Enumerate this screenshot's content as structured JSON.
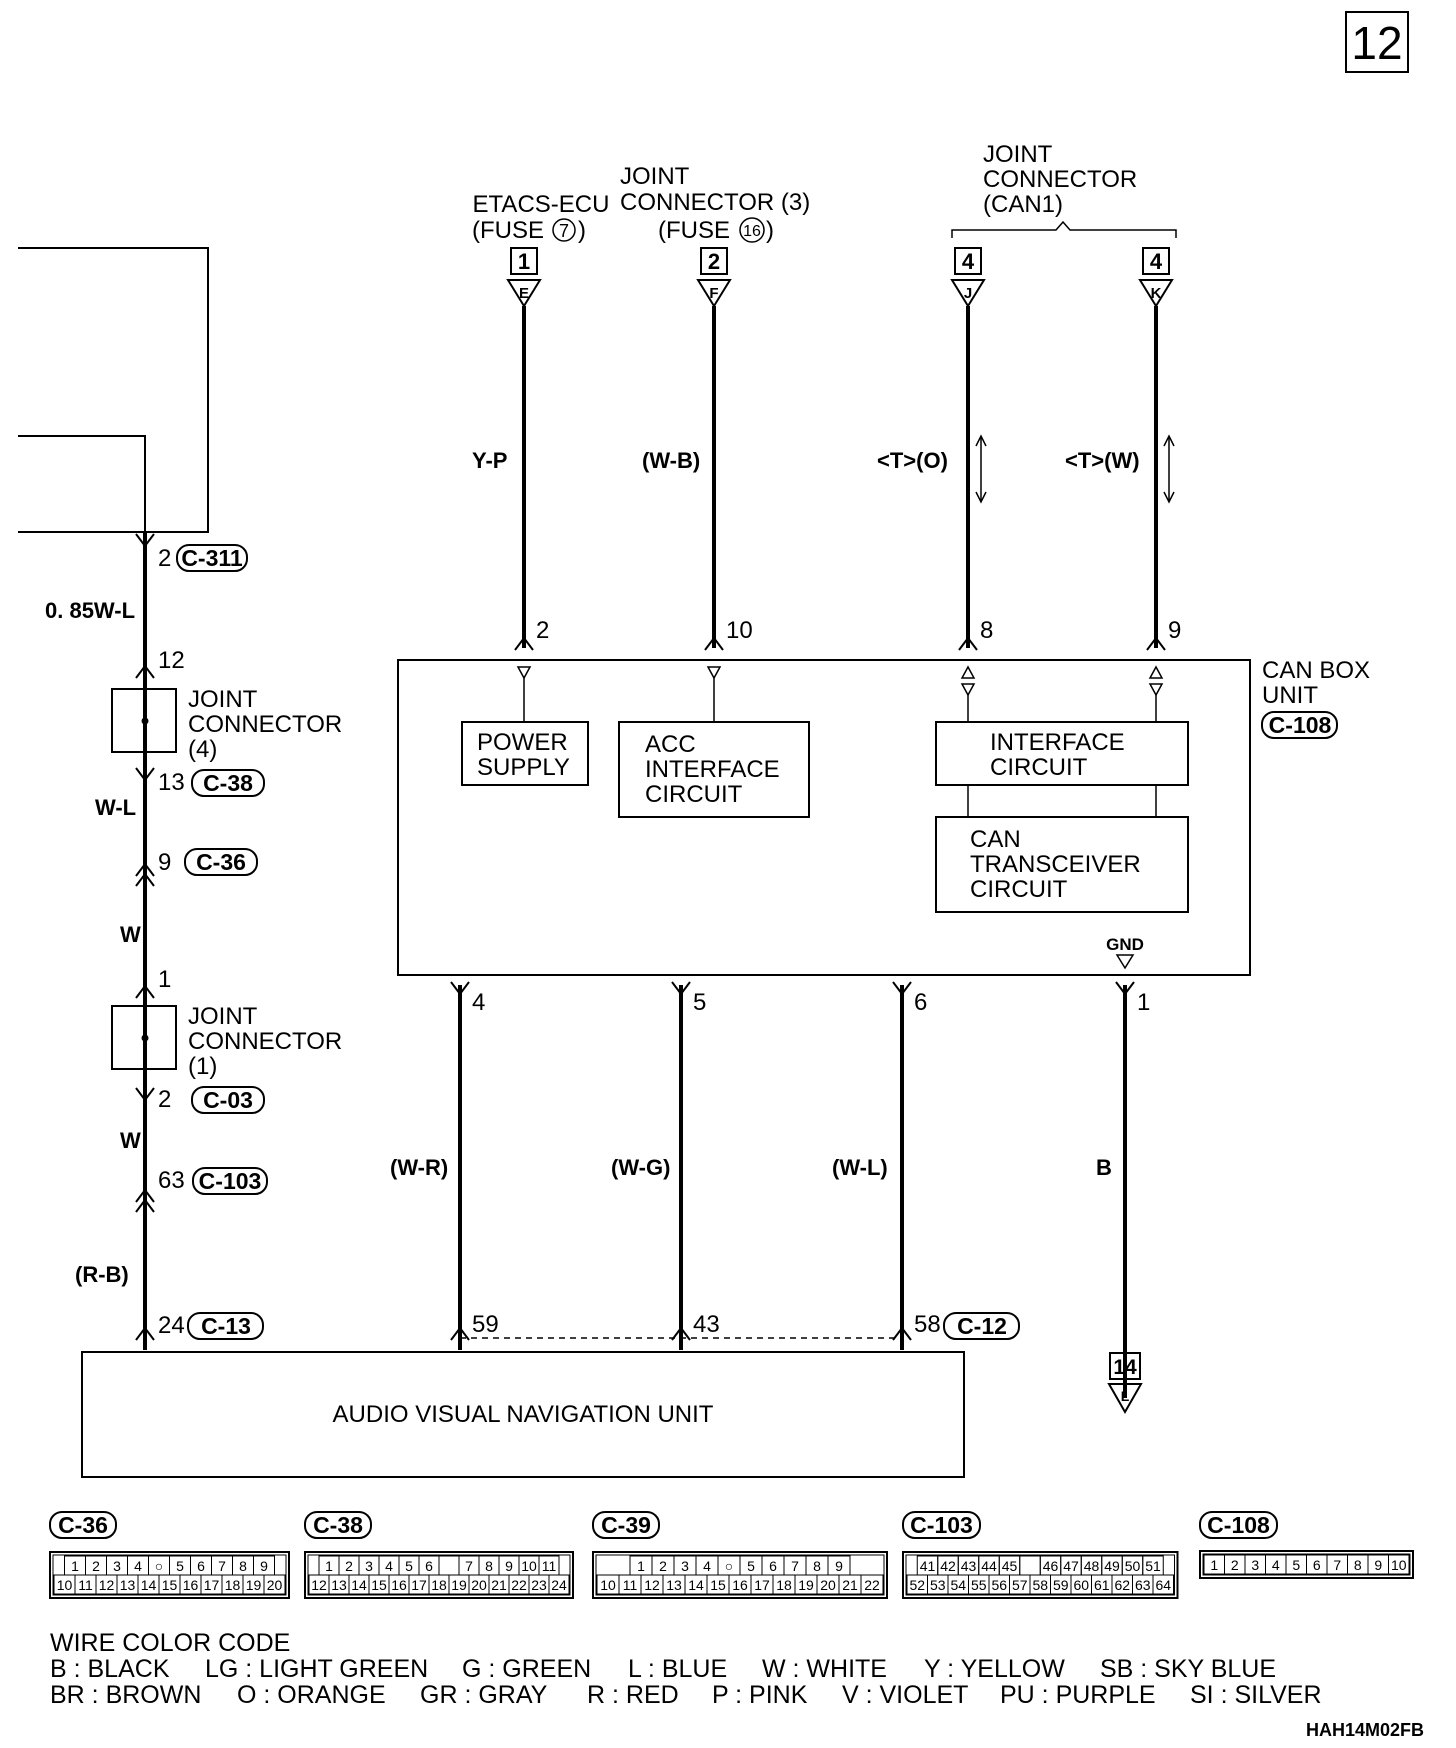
{
  "page_number": "12",
  "doc_code": "HAH14M02FB",
  "sources": {
    "etacs": {
      "l1": "ETACS-ECU",
      "l2": "(FUSE",
      "fuse_no": "7",
      "l2_end": ")",
      "ref": "1",
      "connector": "E"
    },
    "jc3": {
      "l1": "JOINT",
      "l2": "CONNECTOR (3)",
      "l3": "(FUSE",
      "fuse_no": "16",
      "l3_end": ")",
      "ref": "2",
      "connector": "F"
    },
    "jcan": {
      "l1": "JOINT",
      "l2": "CONNECTOR",
      "l3": "(CAN1)",
      "ref_j": "4",
      "ref_k": "4",
      "conn_j": "J",
      "conn_k": "K"
    }
  },
  "wires": {
    "y_p": "Y-P",
    "w_b": "(W-B)",
    "t_o": "<T>(O)",
    "t_w": "<T>(W)",
    "w_085wl": "0. 85W-L",
    "w_l": "W-L",
    "w1": "W",
    "w2": "W",
    "r_b": "(R-B)",
    "w_r": "(W-R)",
    "w_g": "(W-G)",
    "w_l2": "(W-L)",
    "b": "B"
  },
  "pins": {
    "p2": "2",
    "p10": "10",
    "p8": "8",
    "p9": "9",
    "p4": "4",
    "p5": "5",
    "p6": "6",
    "p1": "1",
    "left_2": "2",
    "left_12": "12",
    "left_13": "13",
    "left_9": "9",
    "left_1": "1",
    "left_2b": "2",
    "left_63": "63",
    "left_24": "24",
    "b59": "59",
    "b43": "43",
    "b58": "58"
  },
  "connectors": {
    "c311": "C-311",
    "c38": "C-38",
    "c36": "C-36",
    "c03": "C-03",
    "c103": "C-103",
    "c13": "C-13",
    "c12": "C-12",
    "c108": "C-108"
  },
  "joint4": {
    "l1": "JOINT",
    "l2": "CONNECTOR",
    "l3": "(4)"
  },
  "joint1": {
    "l1": "JOINT",
    "l2": "CONNECTOR",
    "l3": "(1)"
  },
  "can_box": {
    "l1": "CAN BOX",
    "l2": "UNIT",
    "conn": "C-108"
  },
  "blocks": {
    "power": {
      "l1": "POWER",
      "l2": "SUPPLY"
    },
    "acc": {
      "l1": "ACC",
      "l2": "INTERFACE",
      "l3": "CIRCUIT"
    },
    "iface": {
      "l1": "INTERFACE",
      "l2": "CIRCUIT"
    },
    "can_tr": {
      "l1": "CAN",
      "l2": "TRANSCEIVER",
      "l3": "CIRCUIT"
    },
    "gnd": "GND"
  },
  "ground_ref": "14",
  "ground_conn": "L",
  "av_unit": "AUDIO VISUAL NAVIGATION UNIT",
  "connector_views": [
    {
      "name": "C-36",
      "row1": [
        "1",
        "2",
        "3",
        "4",
        "○",
        "5",
        "6",
        "7",
        "8",
        "9"
      ],
      "row2": [
        "10",
        "11",
        "12",
        "13",
        "14",
        "15",
        "16",
        "17",
        "18",
        "19",
        "20"
      ]
    },
    {
      "name": "C-38",
      "row1": [
        "1",
        "2",
        "3",
        "4",
        "5",
        "6",
        "",
        "7",
        "8",
        "9",
        "10",
        "11"
      ],
      "row2": [
        "12",
        "13",
        "14",
        "15",
        "16",
        "17",
        "18",
        "19",
        "20",
        "21",
        "22",
        "23",
        "24"
      ]
    },
    {
      "name": "C-39",
      "row1": [
        "1",
        "2",
        "3",
        "4",
        "○",
        "5",
        "6",
        "7",
        "8",
        "9"
      ],
      "row2": [
        "10",
        "11",
        "12",
        "13",
        "14",
        "15",
        "16",
        "17",
        "18",
        "19",
        "20",
        "21",
        "22"
      ]
    },
    {
      "name": "C-103",
      "row1": [
        "41",
        "42",
        "43",
        "44",
        "45",
        "",
        "46",
        "47",
        "48",
        "49",
        "50",
        "51"
      ],
      "row2": [
        "52",
        "53",
        "54",
        "55",
        "56",
        "57",
        "58",
        "59",
        "60",
        "61",
        "62",
        "63",
        "64"
      ]
    },
    {
      "name": "C-108",
      "row1": [
        "1",
        "2",
        "3",
        "4",
        "5",
        "6",
        "7",
        "8",
        "9",
        "10"
      ]
    }
  ],
  "wire_color_code": {
    "title": "WIRE COLOR CODE",
    "row1": [
      "B : BLACK",
      "LG : LIGHT GREEN",
      "G : GREEN",
      "L : BLUE",
      "W : WHITE",
      "Y : YELLOW",
      "SB : SKY BLUE"
    ],
    "row2": [
      "BR : BROWN",
      "O : ORANGE",
      "GR : GRAY",
      "R : RED",
      "P : PINK",
      "V : VIOLET",
      "PU : PURPLE",
      "SI : SILVER"
    ]
  }
}
